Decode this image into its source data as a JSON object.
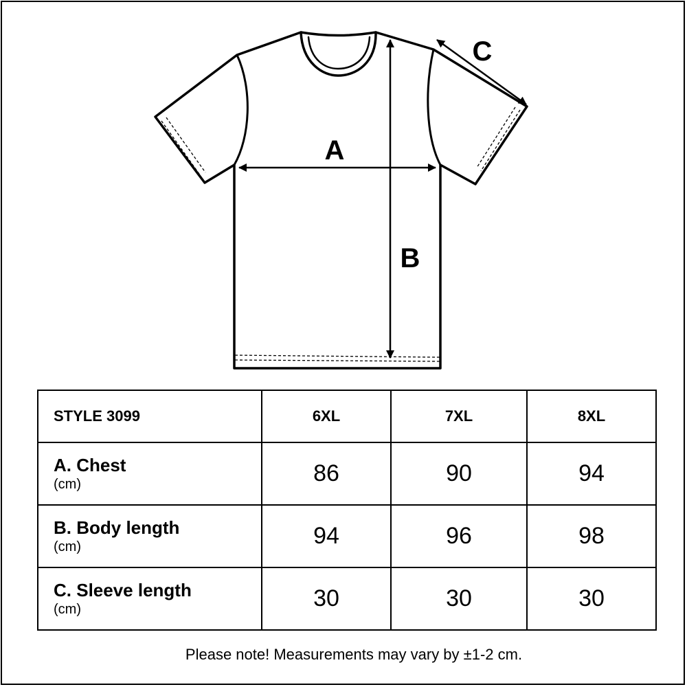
{
  "diagram": {
    "labels": {
      "a": "A",
      "b": "B",
      "c": "C"
    }
  },
  "table": {
    "style_label": "STYLE 3099",
    "sizes": [
      "6XL",
      "7XL",
      "8XL"
    ],
    "rows": [
      {
        "name": "A. Chest",
        "unit": "(cm)",
        "values": [
          "86",
          "90",
          "94"
        ]
      },
      {
        "name": "B. Body length",
        "unit": "(cm)",
        "values": [
          "94",
          "96",
          "98"
        ]
      },
      {
        "name": "C. Sleeve length",
        "unit": "(cm)",
        "values": [
          "30",
          "30",
          "30"
        ]
      }
    ]
  },
  "note": "Please note! Measurements may vary by ±1-2 cm."
}
